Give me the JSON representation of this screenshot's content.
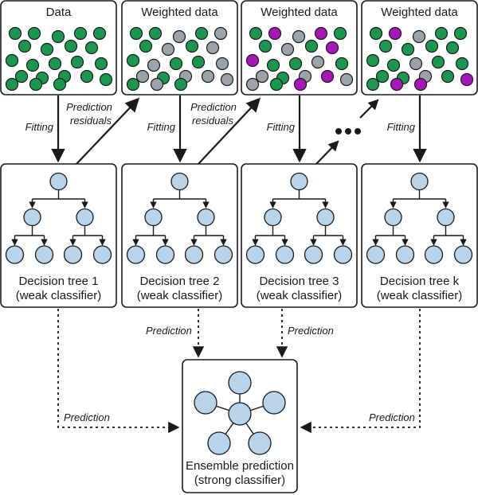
{
  "colors": {
    "green": "#1a9850",
    "gray": "#9aa3a8",
    "magenta": "#a616b8",
    "node": "#b8d4ea",
    "stroke": "#1a1a1a"
  },
  "data_boxes": [
    {
      "title": "Data",
      "dots": [
        "green",
        "green",
        "green",
        "green",
        "green",
        "green",
        "green",
        "green",
        "green",
        "green",
        "green",
        "green",
        "green",
        "green",
        "green",
        "green",
        "green",
        "green",
        "green",
        "green",
        "green",
        "green"
      ]
    },
    {
      "title": "Weighted data",
      "dots": [
        "green",
        "green",
        "gray",
        "green",
        "gray",
        "green",
        "gray",
        "green",
        "gray",
        "green",
        "gray",
        "green",
        "green",
        "gray",
        "gray",
        "green",
        "gray",
        "gray",
        "gray",
        "green",
        "gray",
        "green"
      ]
    },
    {
      "title": "Weighted data",
      "dots": [
        "green",
        "magenta",
        "gray",
        "magenta",
        "green",
        "green",
        "gray",
        "green",
        "magenta",
        "magenta",
        "green",
        "green",
        "gray",
        "green",
        "gray",
        "green",
        "gray",
        "magenta",
        "gray",
        "gray",
        "green",
        "magenta"
      ]
    },
    {
      "title": "Weighted data",
      "dots": [
        "green",
        "magenta",
        "gray",
        "green",
        "green",
        "green",
        "green",
        "green",
        "green",
        "green",
        "green",
        "gray",
        "green",
        "green",
        "green",
        "green",
        "gray",
        "green",
        "magenta",
        "green",
        "magenta",
        "magenta"
      ]
    }
  ],
  "trees": [
    {
      "title": "Decision tree 1",
      "subtitle": "(weak classifier)"
    },
    {
      "title": "Decision tree 2",
      "subtitle": "(weak classifier)"
    },
    {
      "title": "Decision tree 3",
      "subtitle": "(weak classifier)"
    },
    {
      "title": "Decision tree k",
      "subtitle": "(weak classifier)"
    }
  ],
  "labels": {
    "fitting": "Fitting",
    "prediction_residuals_line1": "Prediction",
    "prediction_residuals_line2": "residuals",
    "prediction": "Prediction"
  },
  "ensemble": {
    "title": "Ensemble prediction",
    "subtitle": "(strong classifier)"
  }
}
